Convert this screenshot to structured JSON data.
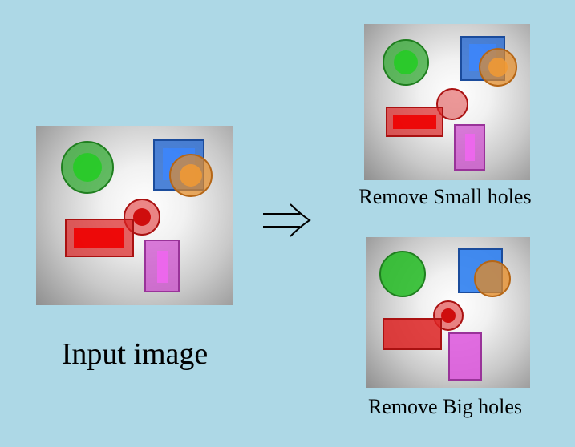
{
  "captions": {
    "input": "Input image",
    "remove_small": "Remove Small holes",
    "remove_big": "Remove Big holes"
  },
  "arrow_symbol": "⇒",
  "colors": {
    "background": "#add8e6",
    "green": "#22aa22",
    "blue": "#2f6fd1",
    "orange": "#e58a22",
    "red": "#dd1111",
    "magenta": "#cc44cc"
  }
}
